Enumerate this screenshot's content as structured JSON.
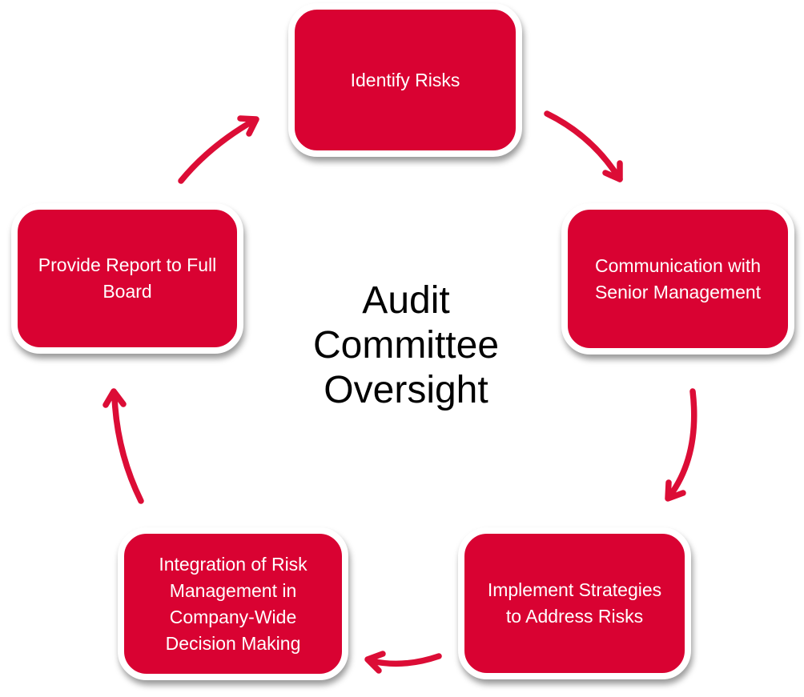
{
  "diagram": {
    "type": "cycle",
    "center_title": "Audit Committee Oversight",
    "nodes": [
      {
        "id": "identify-risks",
        "label": "Identify Risks",
        "position": "top"
      },
      {
        "id": "communication-with-senior-management",
        "label": "Communication with Senior Management",
        "position": "right"
      },
      {
        "id": "implement-strategies-to-address-risks",
        "label": "Implement Strategies to Address Risks",
        "position": "bottom-right"
      },
      {
        "id": "integration-of-risk-management",
        "label": "Integration of Risk Management in Company-Wide Decision Making",
        "position": "bottom-left"
      },
      {
        "id": "provide-report-to-full-board",
        "label": "Provide Report to Full Board",
        "position": "left"
      }
    ],
    "arrows": [
      {
        "from": "provide-report-to-full-board",
        "to": "identify-risks"
      },
      {
        "from": "identify-risks",
        "to": "communication-with-senior-management"
      },
      {
        "from": "communication-with-senior-management",
        "to": "implement-strategies-to-address-risks"
      },
      {
        "from": "implement-strategies-to-address-risks",
        "to": "integration-of-risk-management"
      },
      {
        "from": "integration-of-risk-management",
        "to": "provide-report-to-full-board"
      }
    ],
    "colors": {
      "node_fill": "#D90232",
      "node_border": "#FFFFFF",
      "node_text": "#FFFFFF",
      "arrow": "#DC0D36",
      "title_text": "#000000",
      "background": "#FFFFFF"
    }
  }
}
